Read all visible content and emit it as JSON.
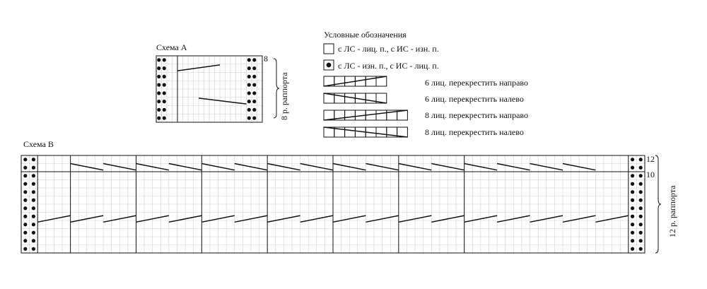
{
  "legend": {
    "title": "Условные обозначения",
    "items": [
      {
        "symbol": "empty-square",
        "text": "с ЛС - лиц. п., с ИС - изн. п."
      },
      {
        "symbol": "dot-square",
        "text": "с ЛС - изн. п., с ИС - лиц. п."
      },
      {
        "symbol": "cross-6-right",
        "text": "6 лиц. перекрестить направо"
      },
      {
        "symbol": "cross-6-left",
        "text": "6 лиц. перекрестить налево"
      },
      {
        "symbol": "cross-8-right",
        "text": "8 лиц. перекрестить направо"
      },
      {
        "symbol": "cross-8-left",
        "text": "8 лиц. перекрестить налево"
      }
    ]
  },
  "schemeA": {
    "title": "Схема А",
    "row_label_top": "8",
    "repeat_label": "8 р. раппорта"
  },
  "schemeB": {
    "title": "Схема В",
    "row_label_top": "12",
    "row_label_second": "10",
    "repeat_label": "12 р. раппорта"
  }
}
